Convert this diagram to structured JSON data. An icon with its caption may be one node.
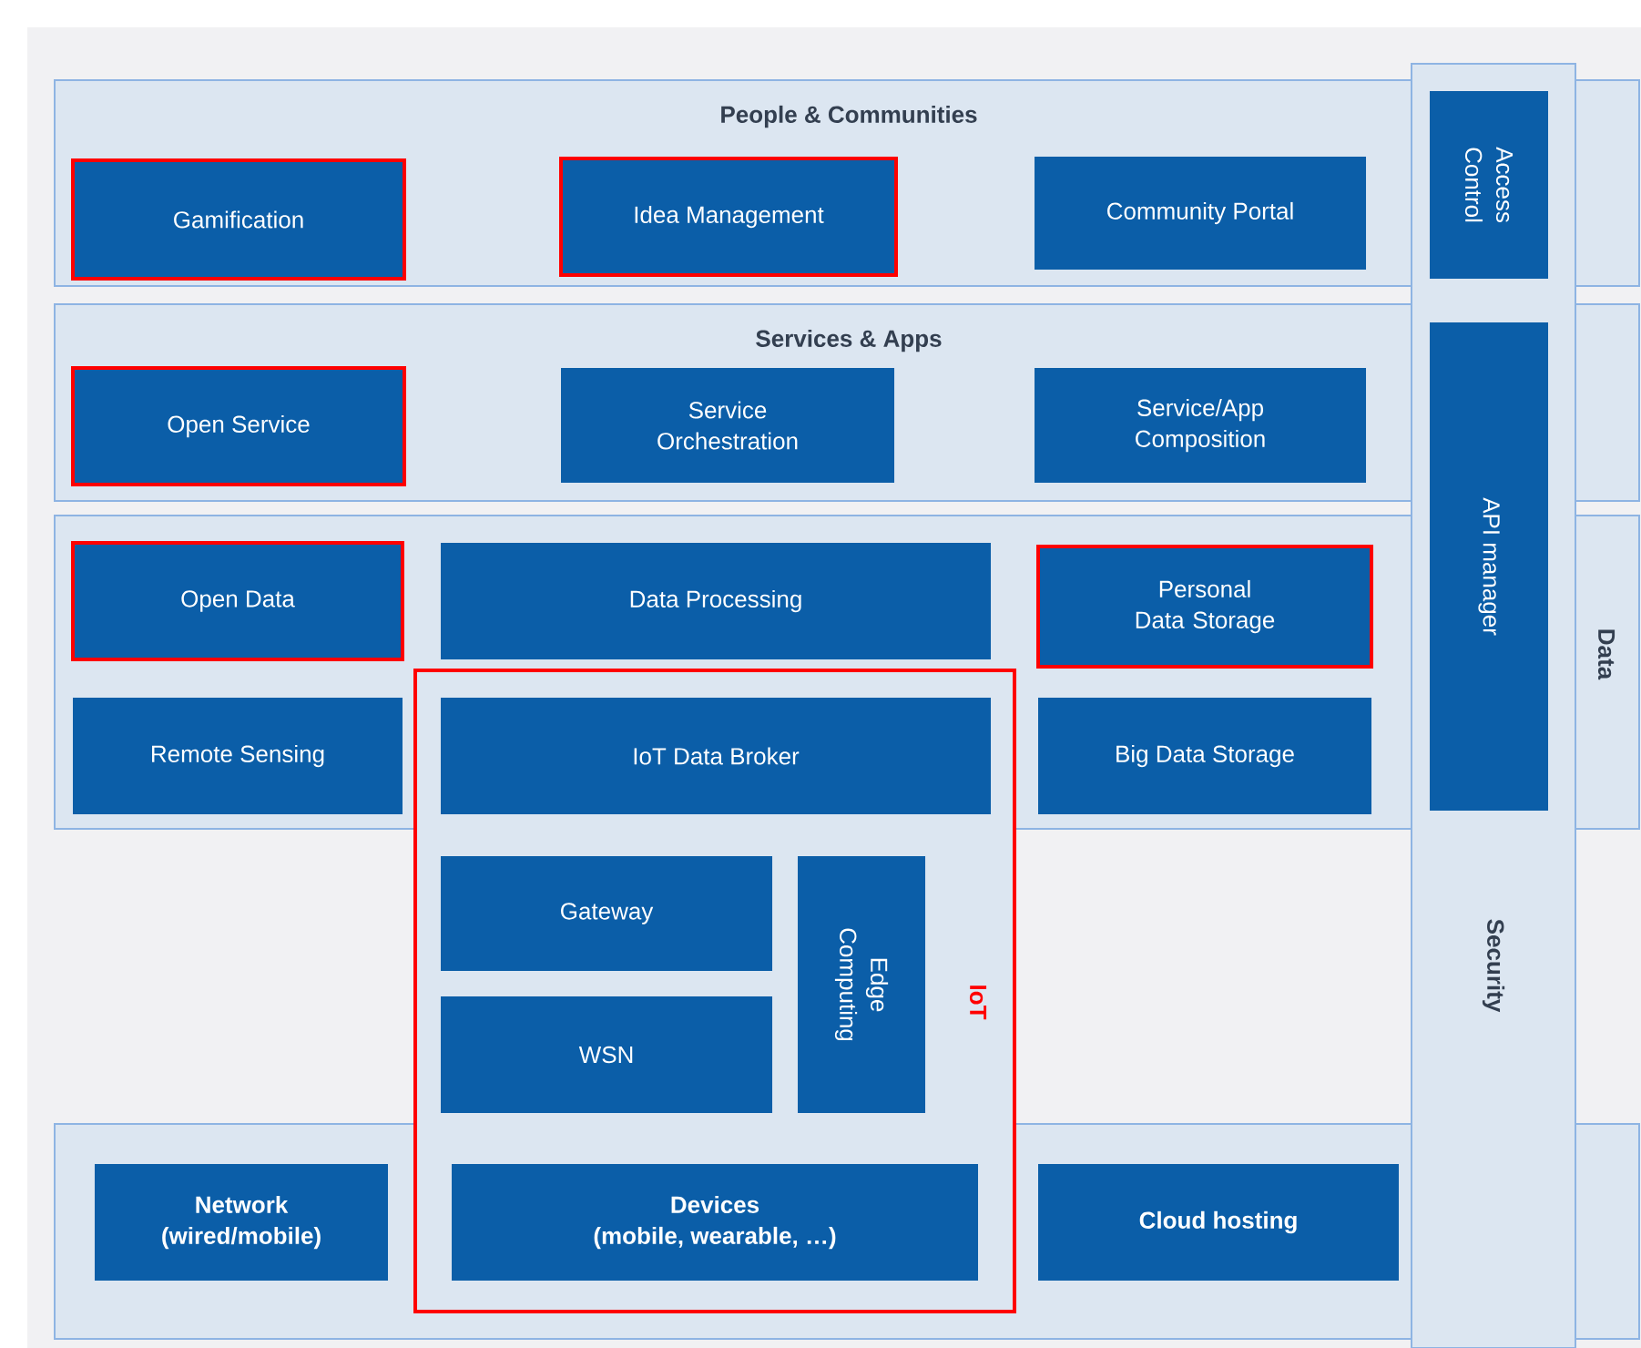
{
  "diagram": {
    "nodes": [
      {
        "text": [
          "People & Communities"
        ]
      },
      {
        "text": [
          "Gamification"
        ],
        "in": 0
      },
      {
        "text": [
          "Idea Management"
        ],
        "in": 0
      },
      {
        "text": [
          "Community Portal"
        ],
        "in": 0
      },
      {
        "text": [
          "Security"
        ]
      },
      {
        "text": [
          "Access Control"
        ]
      },
      {
        "text": [
          "Services & Apps"
        ]
      },
      {
        "text": [
          "Open Service"
        ],
        "in": 6
      },
      {
        "text": [
          "Service Orchestration"
        ],
        "in": 6
      },
      {
        "text": [
          "Service/App Composition"
        ],
        "in": 6
      },
      {
        "text": [
          "API manager"
        ],
        "in": 4
      },
      {
        "text": [
          "Data"
        ]
      },
      {
        "text": [
          "Open Data"
        ],
        "in": 11
      },
      {
        "text": [
          "Data Processing"
        ],
        "in": 11
      },
      {
        "text": [
          "Personal Data Storage"
        ],
        "in": 11
      },
      {
        "text": [
          "IoT"
        ]
      },
      {
        "text": [
          "Remote Sensing"
        ],
        "in": 11
      },
      {
        "text": [
          "IoT Data Broker"
        ]
      },
      {
        "text": [
          "Big Data Storage"
        ],
        "in": 11
      },
      {
        "text": [
          "Gateway"
        ],
        "in": 15
      },
      {
        "text": [
          "Edge Computing"
        ],
        "in": 15
      },
      {
        "text": [
          "WSN"
        ],
        "in": 15
      },
      {
        "text": [],
        "shape": "box"
      },
      {
        "text": [
          "Network",
          "(wired/mobile)"
        ],
        "in": 22
      },
      {
        "text": [
          "Devices",
          "(mobile, wearable, …)"
        ]
      },
      {
        "text": [
          "Cloud hosting"
        ],
        "in": 22
      }
    ]
  }
}
